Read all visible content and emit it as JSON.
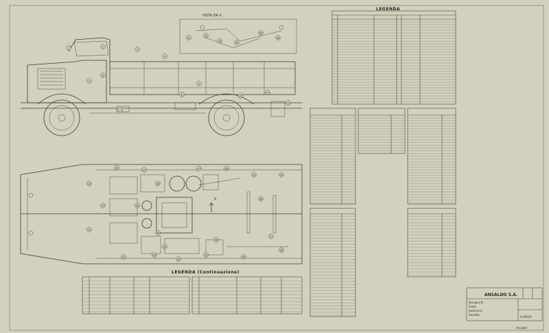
{
  "drawing": {
    "view_label": "VISTA DA X",
    "main_legend_title": "LEGENDA",
    "cont_legend_title": "LEGENDA (Continuazione)",
    "arrow_label": "X",
    "company": "ANSALDO S.A.",
    "title_block_lines": [
      "Disegno N.",
      "Scala",
      "Autocarro",
      "Ansaldo"
    ],
    "drawing_number": "4-49616",
    "signature": "Ansaldo"
  },
  "callouts": [
    "1",
    "2",
    "3",
    "4",
    "5",
    "6",
    "7",
    "8",
    "9",
    "10",
    "11",
    "12",
    "13",
    "14",
    "15",
    "16",
    "17",
    "18",
    "19",
    "20",
    "21",
    "22",
    "23",
    "24",
    "25",
    "26",
    "27",
    "28",
    "29",
    "30",
    "31",
    "32",
    "33",
    "34",
    "35",
    "36",
    "37",
    "38",
    "39",
    "40"
  ]
}
